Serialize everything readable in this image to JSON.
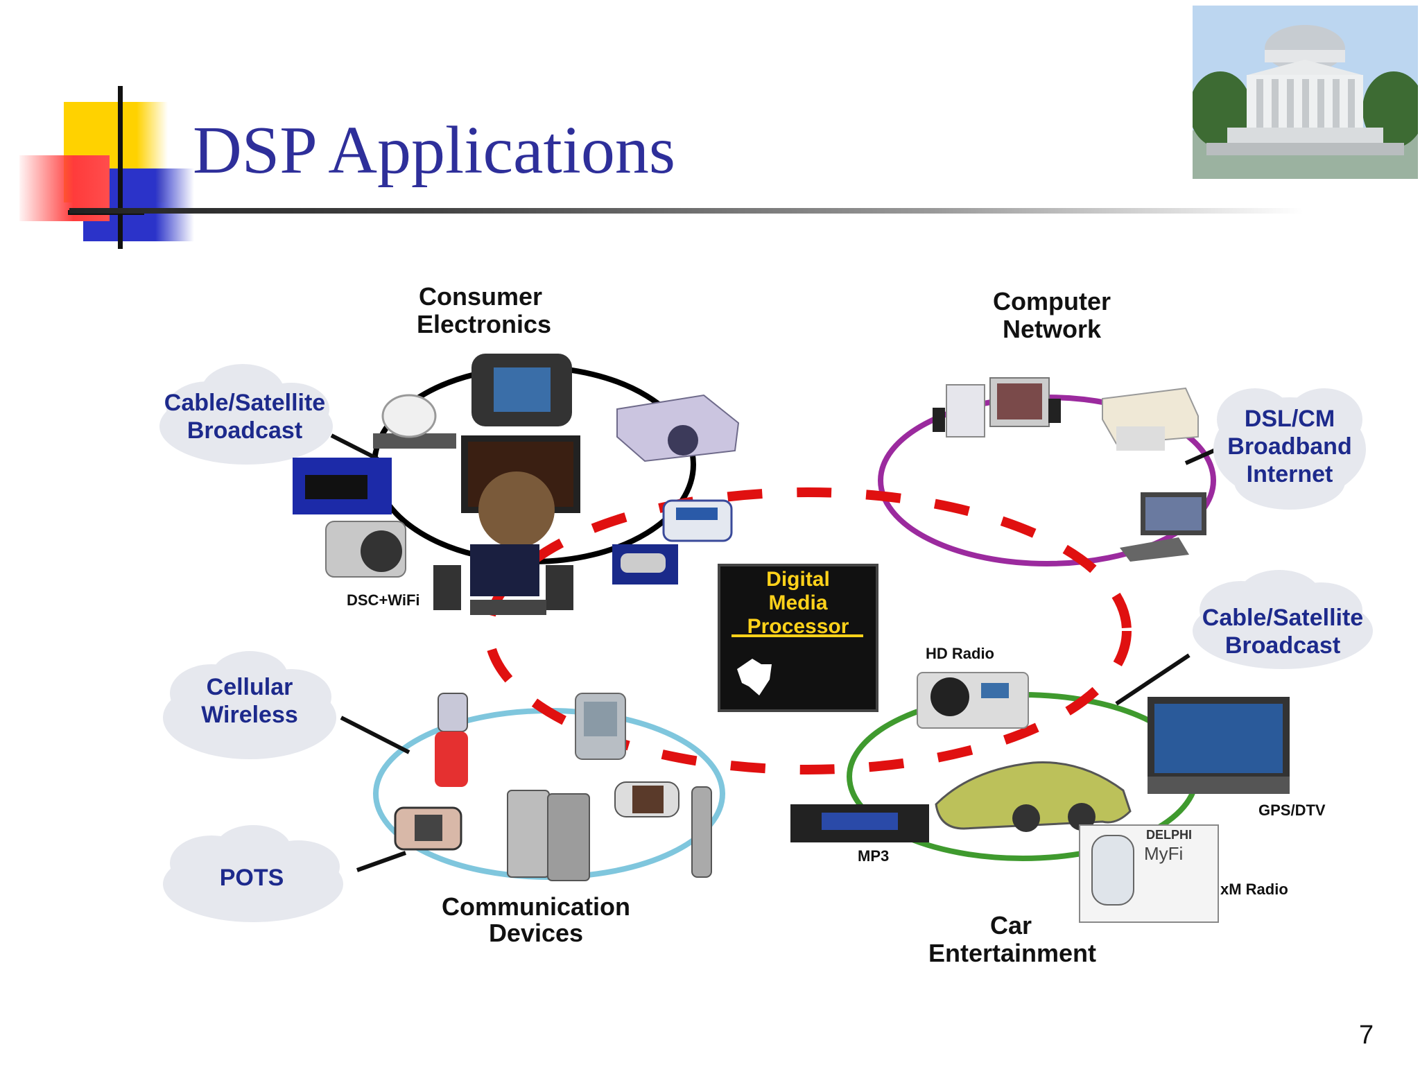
{
  "slide": {
    "title": "DSP Applications",
    "page_number": "7"
  },
  "center": {
    "chip_line1": "Digital",
    "chip_line2": "Media",
    "chip_line3": "Processor"
  },
  "groups": {
    "consumer_line1": "Consumer",
    "consumer_line2": "Electronics",
    "computer_line1": "Computer",
    "computer_line2": "Network",
    "comm_line1": "Communication",
    "comm_line2": "Devices",
    "car_line1": "Car",
    "car_line2": "Entertainment"
  },
  "clouds": {
    "cable_tl_line1": "Cable/Satellite",
    "cable_tl_line2": "Broadcast",
    "dsl_line1": "DSL/CM",
    "dsl_line2": "Broadband",
    "dsl_line3": "Internet",
    "cable_r_line1": "Cable/Satellite",
    "cable_r_line2": "Broadcast",
    "cellular_line1": "Cellular",
    "cellular_line2": "Wireless",
    "pots": "POTS"
  },
  "device_labels": {
    "dsc_wifi": "DSC+WiFi",
    "hd_radio": "HD Radio",
    "gps_dtv": "GPS/DTV",
    "mp3": "MP3",
    "xm_radio": "xM Radio",
    "delphi": "DELPHI",
    "myfi": "MyFi"
  },
  "colors": {
    "title": "#2e2f9a",
    "ring_consumer": "#000000",
    "ring_computer": "#9b2a9e",
    "ring_comm": "#7fc6dd",
    "ring_car": "#3f9a2e",
    "dashed_center": "#e01010",
    "chip_text": "#ffd21a"
  }
}
